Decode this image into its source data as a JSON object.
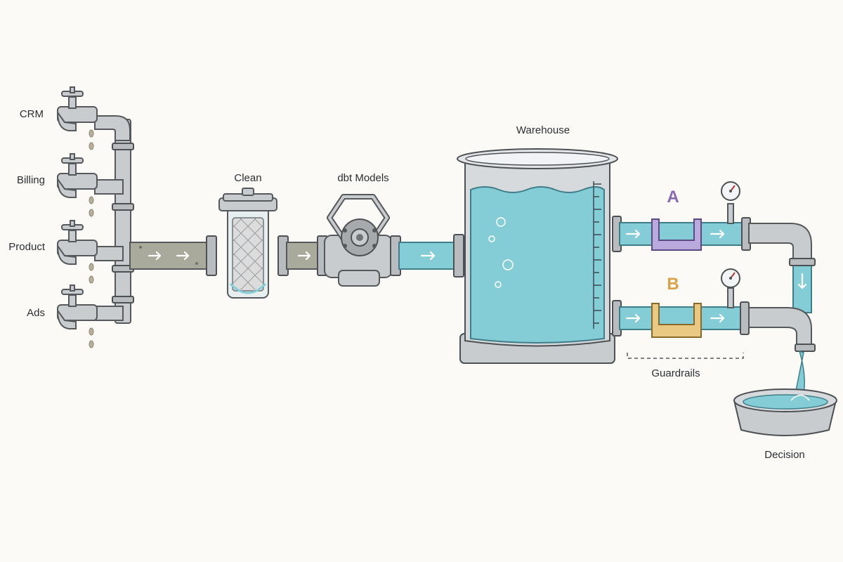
{
  "sources": [
    {
      "label": "CRM"
    },
    {
      "label": "Billing"
    },
    {
      "label": "Product"
    },
    {
      "label": "Ads"
    }
  ],
  "stages": {
    "clean": "Clean",
    "models": "dbt Models",
    "warehouse": "Warehouse"
  },
  "branches": [
    {
      "label": "A",
      "color": "#8b6bb0"
    },
    {
      "label": "B",
      "color": "#d9a24a"
    }
  ],
  "guardrails": "Guardrails",
  "decision": "Decision",
  "colors": {
    "water": "#84cdd6",
    "pipe": "#c9ccce",
    "raw_pipe": "#a9aa9b",
    "branch_a": "#b9a9dd",
    "branch_b": "#e8c882"
  },
  "icons": [
    "faucet-icon",
    "filter-icon",
    "valve-wheel-icon",
    "tank-icon",
    "pressure-gauge-icon",
    "basin-icon"
  ]
}
